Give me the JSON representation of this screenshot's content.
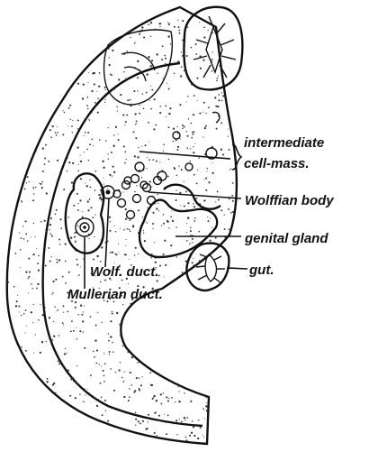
{
  "labels": {
    "intermediate_line1": "intermediate",
    "intermediate_line2": "cell-mass.",
    "wolffian_body": "Wolffian body",
    "genital_gland": "genital gland",
    "gut": "gut.",
    "wolf_duct": "Wolf. duct.",
    "mullerian_duct": "Mullerian duct."
  }
}
